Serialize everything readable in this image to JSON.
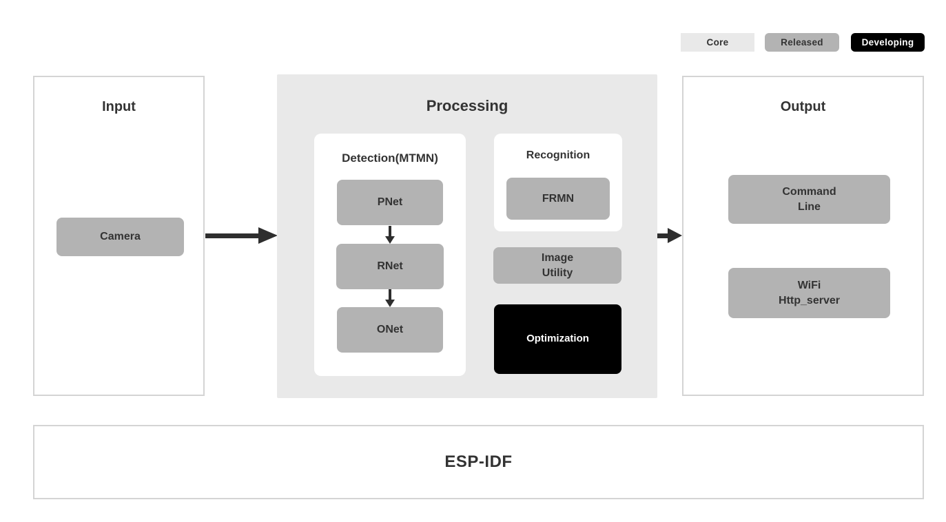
{
  "legend": {
    "items": [
      {
        "label": "Core"
      },
      {
        "label": "Released"
      },
      {
        "label": "Developing"
      }
    ]
  },
  "input": {
    "title": "Input",
    "camera_label": "Camera"
  },
  "processing": {
    "title": "Processing",
    "detection": {
      "title": "Detection(MTMN)",
      "pnet_label": "PNet",
      "rnet_label": "RNet",
      "onet_label": "ONet"
    },
    "recognition": {
      "title": "Recognition",
      "frmn_label": "FRMN"
    },
    "image_utility_label": "Image\nUtility",
    "optimization_label": "Optimization"
  },
  "output": {
    "title": "Output",
    "command_line_label": "Command\nLine",
    "wifi_label": "WiFi\nHttp_server"
  },
  "foundation": {
    "title": "ESP-IDF"
  },
  "colors": {
    "page_bg": "#ffffff",
    "panel_bg": "#e9e9e9",
    "block_gray": "#b3b3b3",
    "block_black": "#000000",
    "border": "#d4d4d4",
    "text_dark": "#333333",
    "text_light": "#ffffff",
    "arrow": "#2e2e2e"
  }
}
